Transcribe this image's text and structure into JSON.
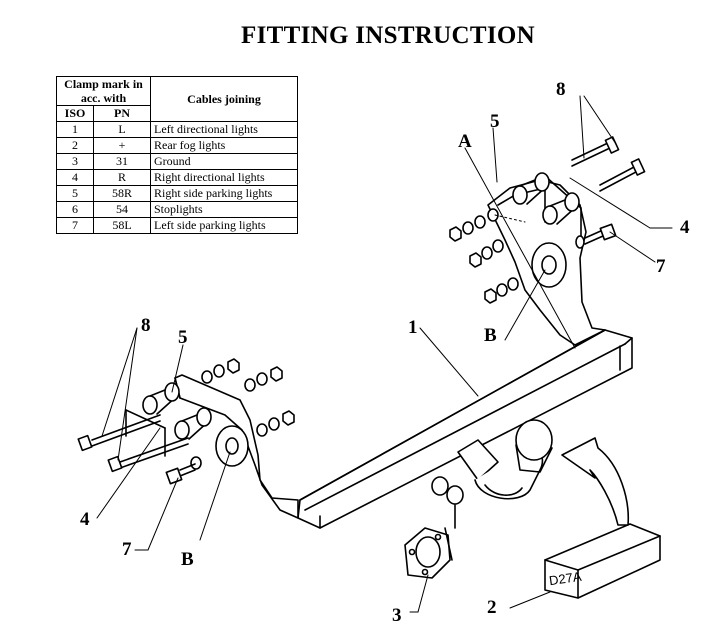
{
  "title": "FITTING INSTRUCTION",
  "table": {
    "header_clamp": "Clamp mark in acc. with",
    "header_cables": "Cables joining",
    "header_iso": "ISO",
    "header_pn": "PN",
    "rows": [
      {
        "iso": "1",
        "pn": "L",
        "desc": "Left directional lights"
      },
      {
        "iso": "2",
        "pn": "+",
        "desc": "Rear fog lights"
      },
      {
        "iso": "3",
        "pn": "31",
        "desc": "Ground"
      },
      {
        "iso": "4",
        "pn": "R",
        "desc": "Right directional lights"
      },
      {
        "iso": "5",
        "pn": "58R",
        "desc": "Right side parking lights"
      },
      {
        "iso": "6",
        "pn": "54",
        "desc": "Stoplights"
      },
      {
        "iso": "7",
        "pn": "58L",
        "desc": "Left side parking lights"
      }
    ]
  },
  "labels": {
    "part_1": "1",
    "part_2": "2",
    "part_3": "3",
    "part_4_right": "4",
    "part_4_left": "4",
    "part_5_right": "5",
    "part_5_left": "5",
    "part_7_right": "7",
    "part_7_left": "7",
    "part_8_right": "8",
    "part_8_left": "8",
    "label_a": "A",
    "label_b_right": "B",
    "label_b_left": "B"
  },
  "box_code": "D27A"
}
